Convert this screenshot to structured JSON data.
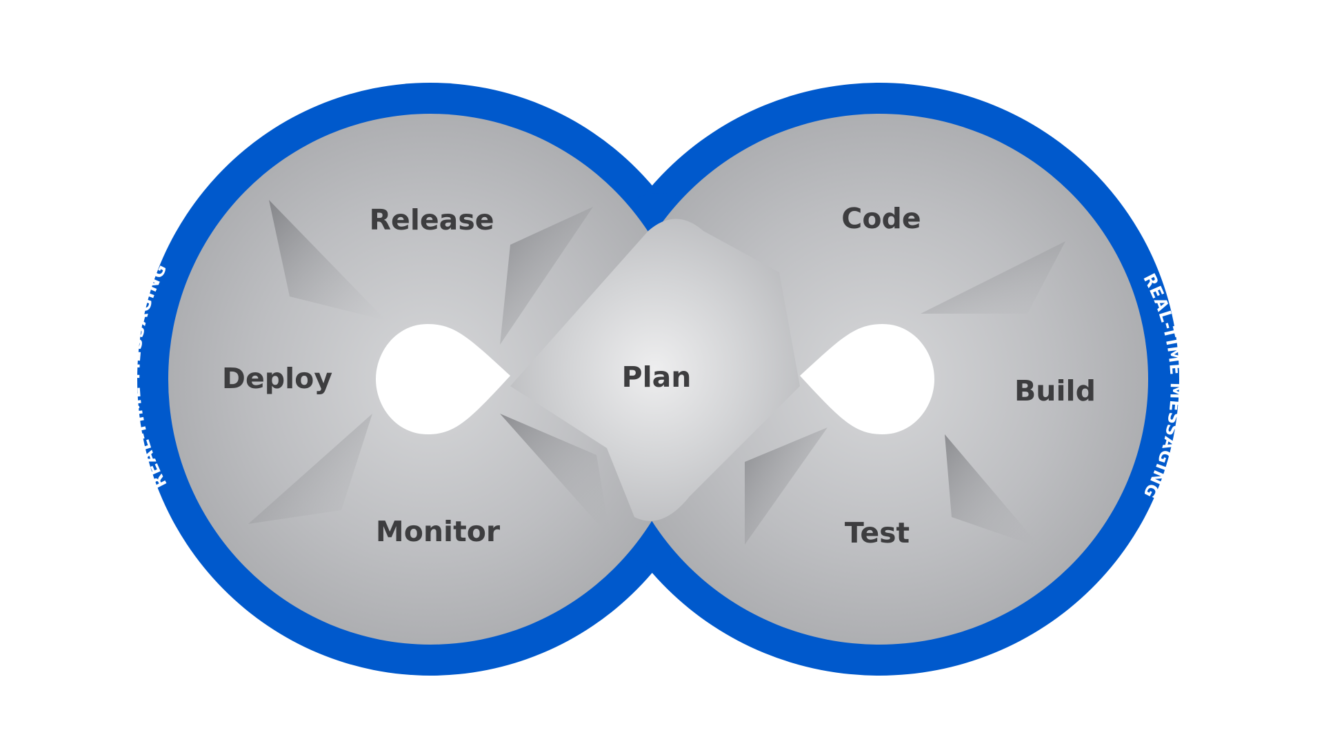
{
  "colors": {
    "ring_blue": "#0059cc",
    "disc_gray": "#b1b2b5",
    "band_gray": "#d4d5d7",
    "label_dark": "#3d3d3f",
    "ring_text": "#ffffff",
    "background": "#ffffff"
  },
  "ring_label": "REAL-TIME MESSAGING",
  "stages": {
    "plan": "Plan",
    "code": "Code",
    "build": "Build",
    "test": "Test",
    "release": "Release",
    "deploy": "Deploy",
    "monitor": "Monitor"
  }
}
